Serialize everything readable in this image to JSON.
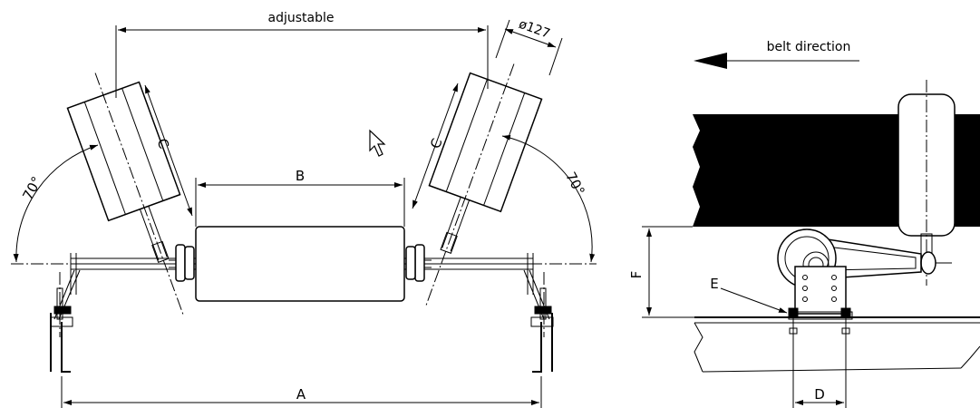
{
  "drawing": {
    "front_view": {
      "dim_adjustable": "adjustable",
      "dim_diameter": "ø127",
      "dim_A": "A",
      "dim_B": "B",
      "dim_C_left": "C",
      "dim_C_right": "C",
      "angle_left": "70°",
      "angle_right": "70°"
    },
    "side_view": {
      "belt_direction": "belt direction",
      "dim_D": "D",
      "dim_E": "E",
      "dim_F": "F"
    }
  },
  "colors": {
    "line": "#000000",
    "background": "#ffffff",
    "belt": "#000000"
  },
  "icons": {
    "cursor": "arrow-cursor-icon",
    "direction_arrow": "left-arrow-icon"
  }
}
